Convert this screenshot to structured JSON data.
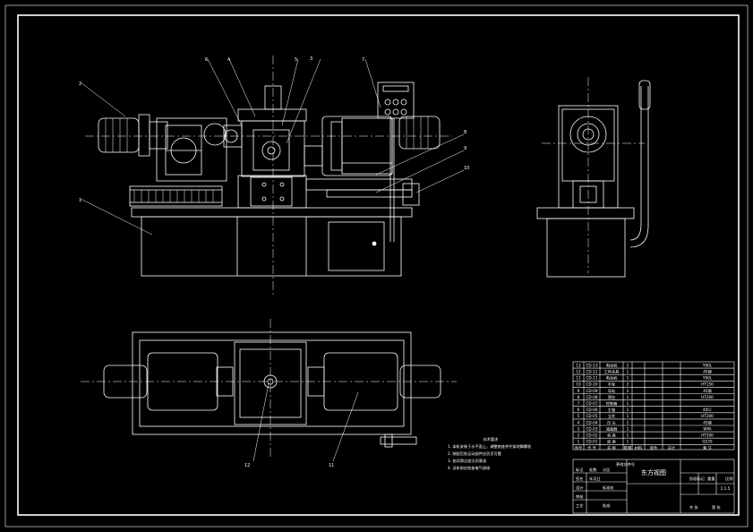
{
  "drawing": {
    "title": "东方视图",
    "part_labels": [
      "1",
      "2",
      "3",
      "4",
      "5",
      "6",
      "7",
      "8",
      "9",
      "10",
      "11",
      "12"
    ],
    "tech_notes": {
      "heading": "技术要求",
      "lines": [
        "1. 本机安装于水平面上，调整底座并拧紧地脚螺栓",
        "2. 装配后各运动部件应灵活可靠",
        "3. 各润滑点加注润滑油",
        "4. 试车前应检查电气接线"
      ]
    },
    "bom": {
      "header": [
        "序号",
        "代 号",
        "名 称",
        "数量",
        "材料",
        "单件",
        "总计",
        "备 注"
      ],
      "rows": [
        [
          "13",
          "CD-13",
          "电动机",
          "1",
          "",
          "",
          "",
          "Y90L"
        ],
        [
          "12",
          "CD-12",
          "工件夹具",
          "1",
          "",
          "",
          "",
          "45钢"
        ],
        [
          "11",
          "CD-11",
          "电动机",
          "1",
          "",
          "",
          "",
          "Y90L"
        ],
        [
          "10",
          "CD-10",
          "手轮",
          "2",
          "",
          "",
          "",
          "HT150"
        ],
        [
          "9",
          "CD-09",
          "导轨",
          "2",
          "",
          "",
          "",
          "45钢"
        ],
        [
          "8",
          "CD-08",
          "滑台",
          "1",
          "",
          "",
          "",
          "HT200"
        ],
        [
          "7",
          "CD-07",
          "控制箱",
          "1",
          "",
          "",
          "",
          ""
        ],
        [
          "6",
          "CD-06",
          "主轴",
          "1",
          "",
          "",
          "",
          "40Cr"
        ],
        [
          "5",
          "CD-05",
          "立柱",
          "1",
          "",
          "",
          "",
          "HT200"
        ],
        [
          "4",
          "CD-04",
          "压 头",
          "1",
          "",
          "",
          "",
          "45钢"
        ],
        [
          "3",
          "CD-03",
          "减速器",
          "1",
          "",
          "",
          "",
          "WPA"
        ],
        [
          "2",
          "CD-02",
          "机 座",
          "1",
          "",
          "",
          "",
          "HT200"
        ],
        [
          "1",
          "CD-01",
          "底 座",
          "1",
          "",
          "",
          "",
          "Q235"
        ]
      ]
    },
    "title_block": {
      "labels": [
        "标记",
        "处数",
        "分区",
        "更改文件号",
        "签名",
        "年月日",
        "设计",
        "标准化",
        "审核",
        "工艺",
        "批准",
        "阶段标记",
        "重量",
        "比例"
      ],
      "scale": "1:1.5",
      "sheet": [
        "共 张",
        "第 张"
      ]
    }
  }
}
